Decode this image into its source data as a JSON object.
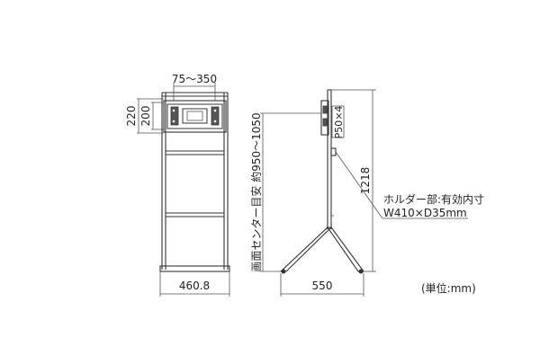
{
  "front_view": {
    "vesa_width_label": "75～350",
    "vesa_height_outer_label": "220",
    "vesa_height_inner_label": "200",
    "width_label": "460.8"
  },
  "side_view": {
    "center_height_label": "画面センター目安 約950～1050",
    "pitch_label": "P50×4",
    "height_label": "1218",
    "depth_label": "550",
    "holder_label_line1": "ホルダー部:有効内寸",
    "holder_label_line2": "W410×D35mm"
  },
  "unit_label": "(単位:mm)"
}
